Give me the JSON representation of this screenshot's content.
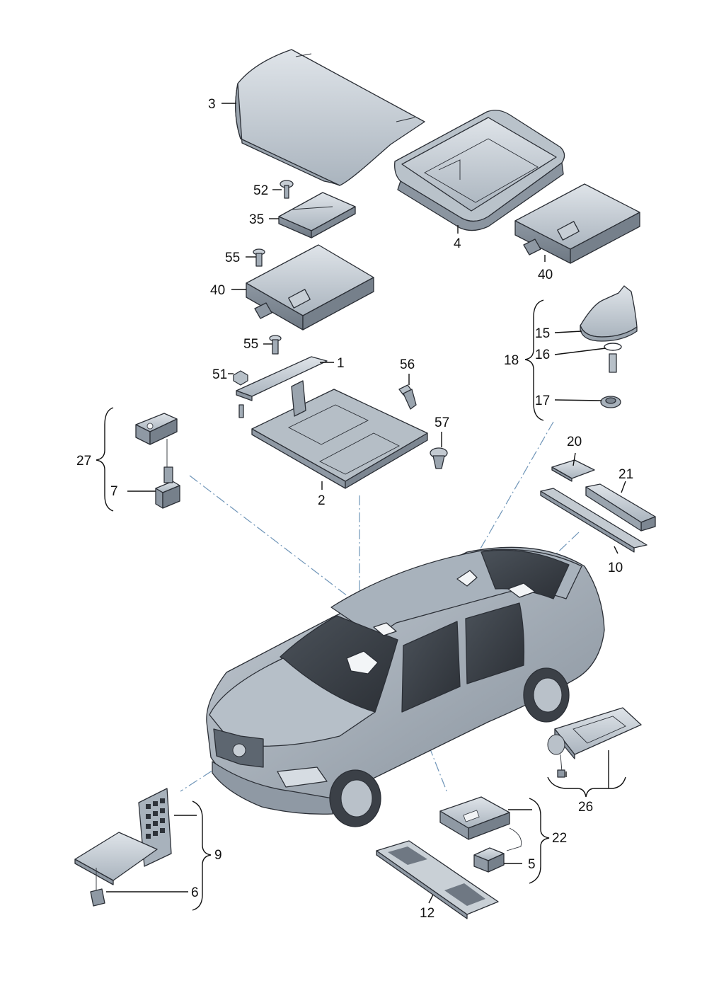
{
  "callouts": {
    "c3": "3",
    "c4": "4",
    "c52": "52",
    "c35": "35",
    "c55a": "55",
    "c40a": "40",
    "c40b": "40",
    "c55b": "55",
    "c1": "1",
    "c51": "51",
    "c56": "56",
    "c57": "57",
    "c2": "2",
    "c27": "27",
    "c7": "7",
    "c15": "15",
    "c16": "16",
    "c18": "18",
    "c17": "17",
    "c20": "20",
    "c21": "21",
    "c10": "10",
    "c26": "26",
    "c22": "22",
    "c5": "5",
    "c12": "12",
    "c9": "9",
    "c6": "6"
  },
  "colors": {
    "part_fill": "#a9b3bd",
    "part_light": "#d3d9df",
    "part_dark": "#7e8893",
    "car_body": "#9ea8b3",
    "car_dark": "#5d6670",
    "glass": "#3a3f46",
    "leader_line": "#111111",
    "dash_line": "#6f95b8"
  }
}
